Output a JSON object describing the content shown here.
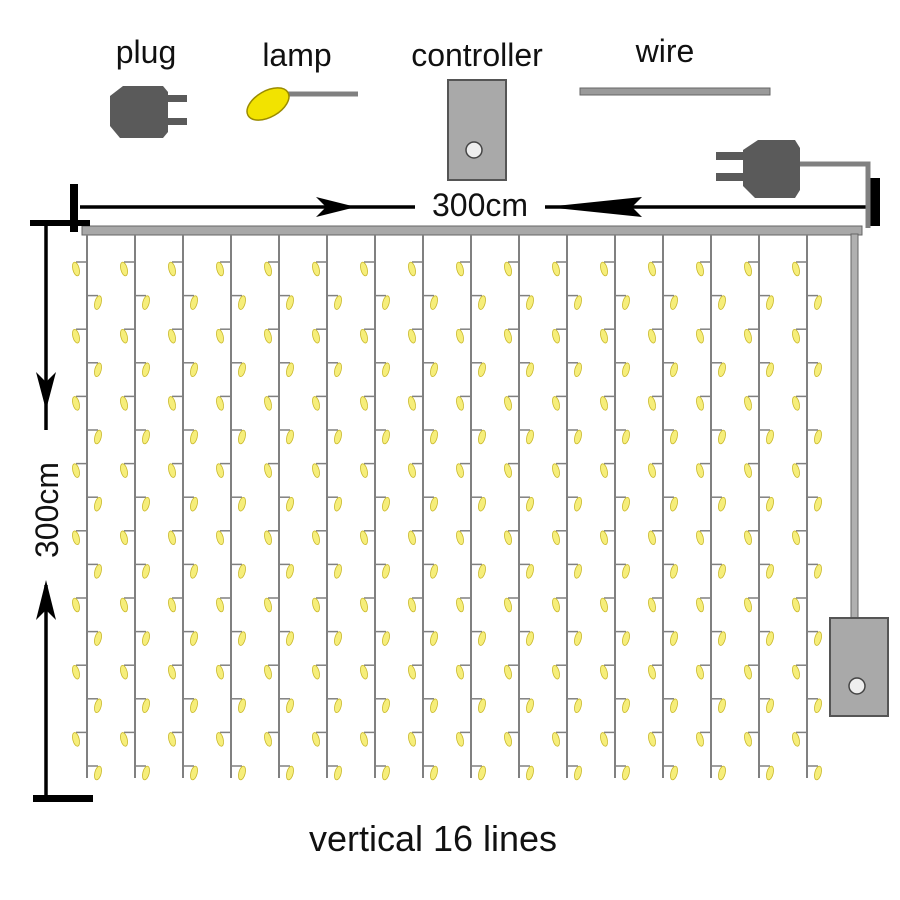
{
  "legend": {
    "plug_label": "plug",
    "lamp_label": "lamp",
    "controller_label": "controller",
    "wire_label": "wire"
  },
  "dimensions": {
    "width_label": "300cm",
    "height_label": "300cm"
  },
  "footer": {
    "caption": "vertical 16 lines"
  },
  "curtain": {
    "strand_count": 16,
    "bulbs_per_strand": 16
  },
  "colors": {
    "wire": "#808080",
    "wire_dark": "#555555",
    "device": "#a9a9a9",
    "plug": "#5a5a5a",
    "bulb_fill": "#f6ee7a",
    "bulb_stroke": "#c9b82a",
    "lamp_fill": "#f2e300",
    "arrow": "#000000"
  }
}
